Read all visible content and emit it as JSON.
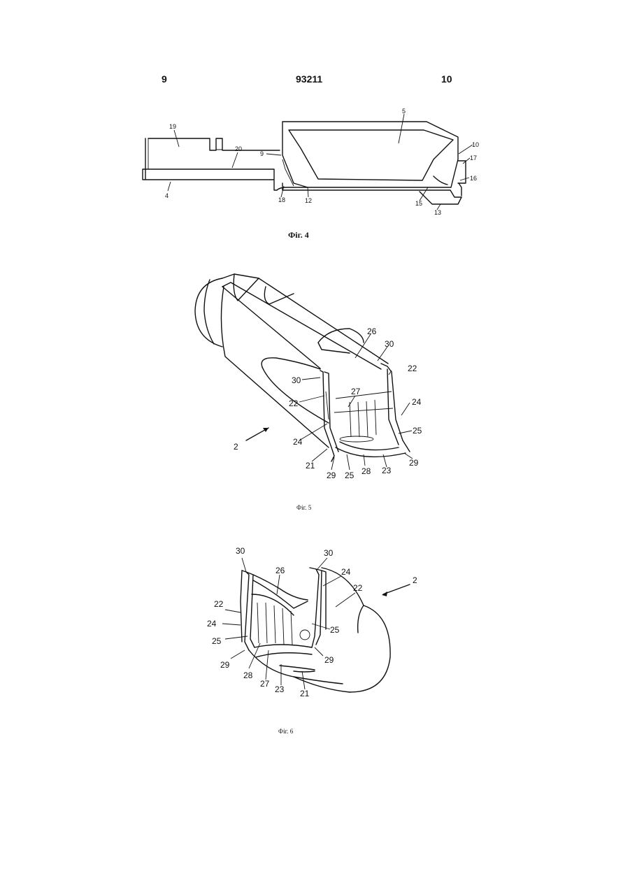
{
  "header": {
    "page_left": "9",
    "doc_number": "93211",
    "page_right": "10"
  },
  "figures": [
    {
      "caption": "Фіг. 4",
      "labels": [
        "5",
        "19",
        "20",
        "9",
        "10",
        "17",
        "16",
        "4",
        "18",
        "12",
        "15",
        "13"
      ]
    },
    {
      "caption": "Фіг. 5",
      "labels": [
        "26",
        "30",
        "30",
        "22",
        "22",
        "27",
        "24",
        "24",
        "25",
        "2",
        "21",
        "29",
        "25",
        "28",
        "23",
        "29"
      ]
    },
    {
      "caption": "Фіг. 6",
      "labels": [
        "30",
        "30",
        "26",
        "24",
        "22",
        "22",
        "2",
        "24",
        "25",
        "25",
        "29",
        "29",
        "28",
        "27",
        "23",
        "21"
      ]
    }
  ]
}
